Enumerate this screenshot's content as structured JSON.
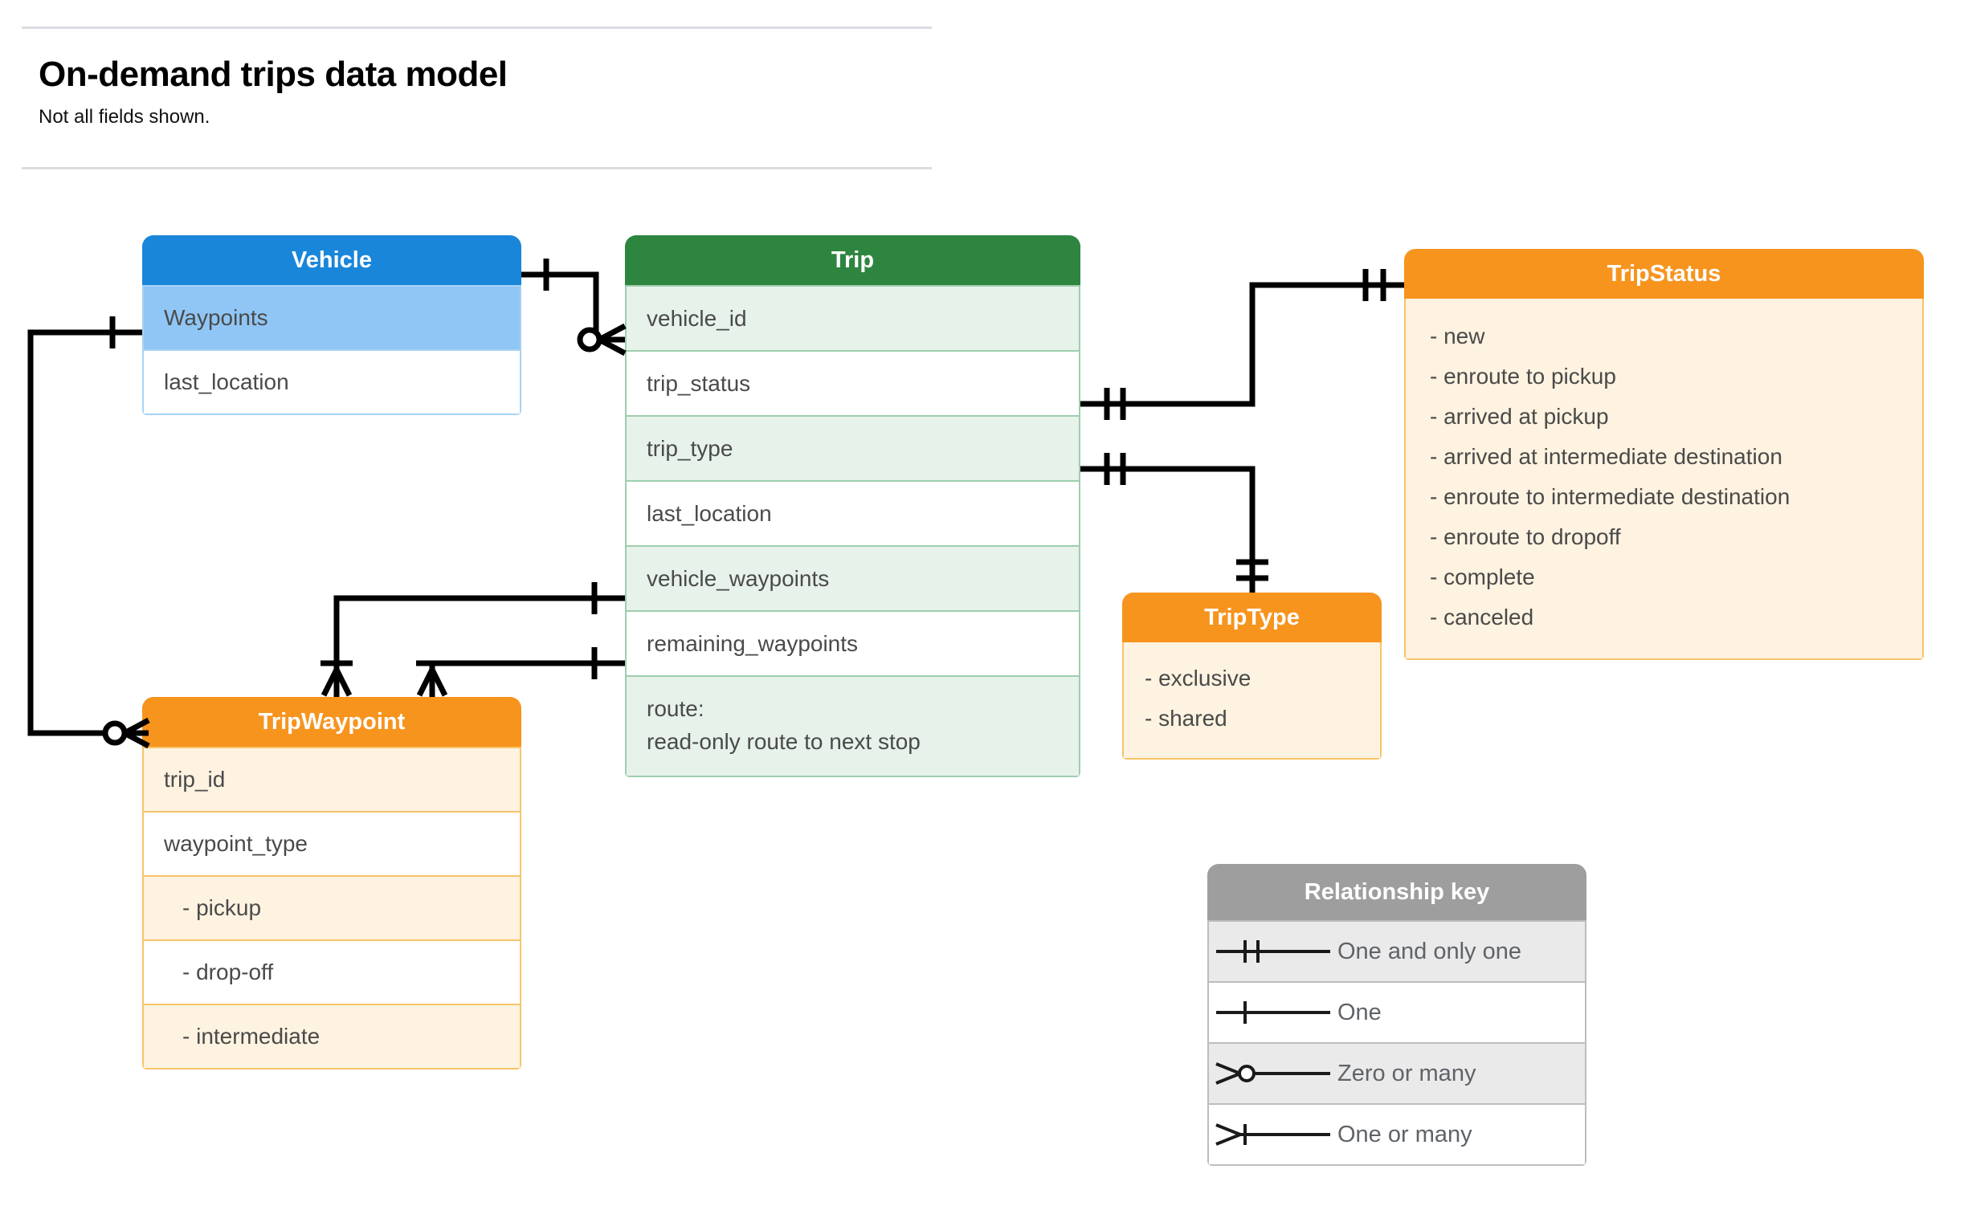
{
  "header": {
    "title": "On-demand trips data model",
    "subtitle": "Not all fields shown."
  },
  "colors": {
    "vehicle_header": "#1a86da",
    "vehicle_row_alt": "#90c6f5",
    "trip_header": "#2e8540",
    "trip_row_alt": "#e7f2ea",
    "orange_header": "#f7941e",
    "orange_row_alt": "#fdf3e0",
    "legend_header": "#9e9e9e",
    "legend_row_alt": "#eaeaea",
    "connector": "#000000",
    "text": "#4a4a4a"
  },
  "entities": {
    "vehicle": {
      "title": "Vehicle",
      "fields": [
        {
          "label": "Waypoints",
          "shade": "alt"
        },
        {
          "label": "last_location",
          "shade": "plain"
        }
      ]
    },
    "trip": {
      "title": "Trip",
      "fields": [
        {
          "label": "vehicle_id",
          "shade": "alt"
        },
        {
          "label": "trip_status",
          "shade": "plain"
        },
        {
          "label": "trip_type",
          "shade": "alt"
        },
        {
          "label": "last_location",
          "shade": "plain"
        },
        {
          "label": "vehicle_waypoints",
          "shade": "alt"
        },
        {
          "label": "remaining_waypoints",
          "shade": "plain"
        }
      ],
      "route_row": {
        "line1": "route:",
        "line2": "read-only route to next stop",
        "shade": "alt"
      }
    },
    "tripwaypoint": {
      "title": "TripWaypoint",
      "fields": [
        {
          "label": "trip_id",
          "shade": "alt",
          "indent": false
        },
        {
          "label": "waypoint_type",
          "shade": "plain",
          "indent": false
        },
        {
          "label": "-  pickup",
          "shade": "alt",
          "indent": true
        },
        {
          "label": "-  drop-off",
          "shade": "plain",
          "indent": true
        },
        {
          "label": "-  intermediate",
          "shade": "alt",
          "indent": true
        }
      ]
    },
    "tripstatus": {
      "title": "TripStatus",
      "values": [
        "- new",
        "- enroute to pickup",
        "- arrived at pickup",
        "- arrived at intermediate destination",
        "- enroute to intermediate destination",
        "- enroute to dropoff",
        "- complete",
        "- canceled"
      ]
    },
    "triptype": {
      "title": "TripType",
      "values": [
        "- exclusive",
        "- shared"
      ]
    }
  },
  "legend": {
    "title": "Relationship key",
    "rows": [
      {
        "label": "One and only one",
        "symbol": "one-and-only-one",
        "shade": "alt"
      },
      {
        "label": "One",
        "symbol": "one",
        "shade": "plain"
      },
      {
        "label": "Zero or many",
        "symbol": "zero-or-many",
        "shade": "alt"
      },
      {
        "label": "One or many",
        "symbol": "one-or-many",
        "shade": "plain"
      }
    ]
  },
  "relationships": [
    {
      "from": "Vehicle",
      "to": "Trip.vehicle_id",
      "from_cardinality": "One",
      "to_cardinality": "Zero or many"
    },
    {
      "from": "Vehicle.Waypoints",
      "to": "TripWaypoint",
      "from_cardinality": "One",
      "to_cardinality": "Zero or many"
    },
    {
      "from": "Trip.trip_status",
      "to": "TripStatus",
      "from_cardinality": "One and only one",
      "to_cardinality": "One and only one"
    },
    {
      "from": "Trip.trip_type",
      "to": "TripType",
      "from_cardinality": "One and only one",
      "to_cardinality": "One and only one"
    },
    {
      "from": "Trip.vehicle_waypoints",
      "to": "TripWaypoint",
      "from_cardinality": "One",
      "to_cardinality": "One or many"
    },
    {
      "from": "Trip.remaining_waypoints",
      "to": "TripWaypoint",
      "from_cardinality": "One",
      "to_cardinality": "One or many"
    }
  ]
}
